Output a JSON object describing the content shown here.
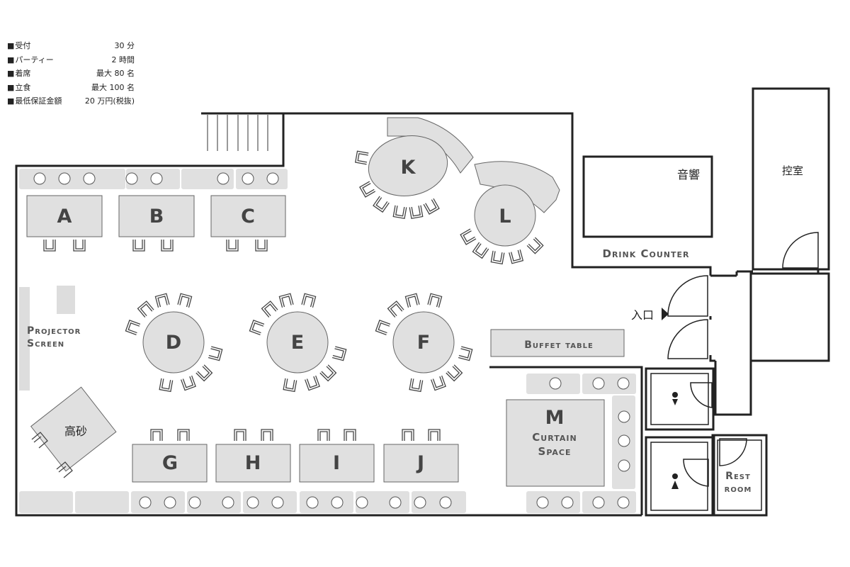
{
  "info": [
    {
      "label": "受付",
      "value": "30 分"
    },
    {
      "label": "パーティー",
      "value": "2 時間"
    },
    {
      "label": "着席",
      "value": "最大 80 名"
    },
    {
      "label": "立食",
      "value": "最大 100 名"
    },
    {
      "label": "最低保証金額",
      "value": "20 万円(税抜)"
    }
  ],
  "tables": {
    "A": "A",
    "B": "B",
    "C": "C",
    "D": "D",
    "E": "E",
    "F": "F",
    "G": "G",
    "H": "H",
    "I": "I",
    "J": "J",
    "K": "K",
    "L": "L",
    "M": "M"
  },
  "labels": {
    "projector_1": "Projector",
    "projector_2": "Screen",
    "takasago": "高砂",
    "curtain_1": "Curtain",
    "curtain_2": "Space",
    "buffet": "Buffet table",
    "drink": "Drink Counter",
    "sound": "音響",
    "green_room": "控室",
    "entrance": "入口",
    "rest_1": "Rest",
    "rest_2": "room"
  },
  "colors": {
    "wall": "#222222",
    "furniture": "#e0e0e0",
    "furniture_stroke": "#666666"
  }
}
